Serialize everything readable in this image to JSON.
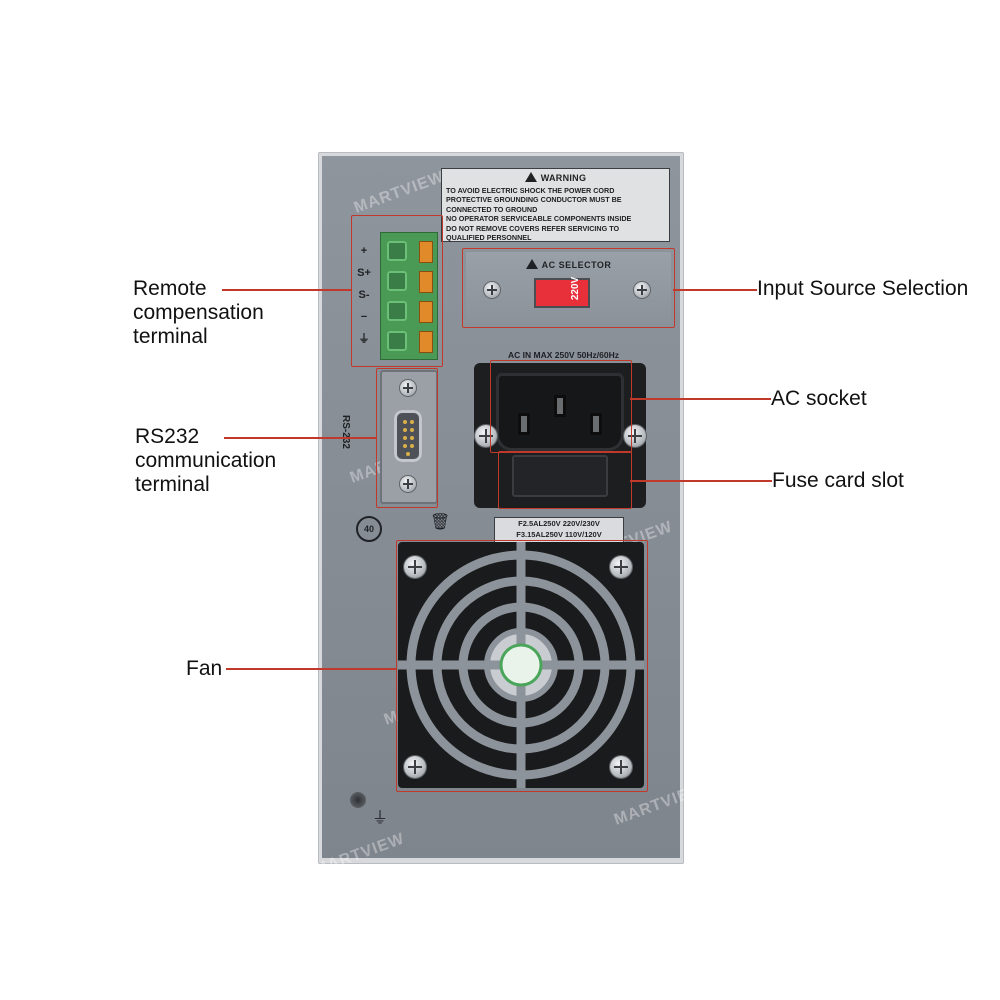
{
  "callouts": {
    "remote": "Remote\ncompensation\nterminal",
    "rs232": "RS232\ncommunication\nterminal",
    "fan": "Fan",
    "input_source": "Input Source Selection",
    "ac_socket": "AC socket",
    "fuse": "Fuse card slot"
  },
  "device": {
    "warning": {
      "title": "WARNING",
      "lines": [
        "TO AVOID ELECTRIC SHOCK THE POWER CORD",
        "PROTECTIVE GROUNDING CONDUCTOR MUST BE",
        "CONNECTED TO GROUND",
        "NO OPERATOR SERVICEABLE COMPONENTS INSIDE",
        "DO NOT REMOVE COVERS REFER SERVICING TO",
        "QUALIFIED PERSONNEL"
      ]
    },
    "selector": {
      "title": "AC SELECTOR",
      "value": "220V"
    },
    "terminal_labels": [
      "+",
      "S+",
      "S-",
      "−",
      "⏚"
    ],
    "rs232_label": "RS-232",
    "ac_in_label": "AC IN MAX 250V 50Hz/60Hz",
    "fuse_lines": [
      "F2.5AL250V  220V/230V",
      "F3.15AL250V  110V/120V"
    ],
    "eco_symbol": "40",
    "watermark": "MARTVIEW"
  },
  "colors": {
    "callout_line": "#c0392b",
    "panel": "#868c94",
    "selector_switch": "#e8303b",
    "terminal": "#4a9a56"
  }
}
